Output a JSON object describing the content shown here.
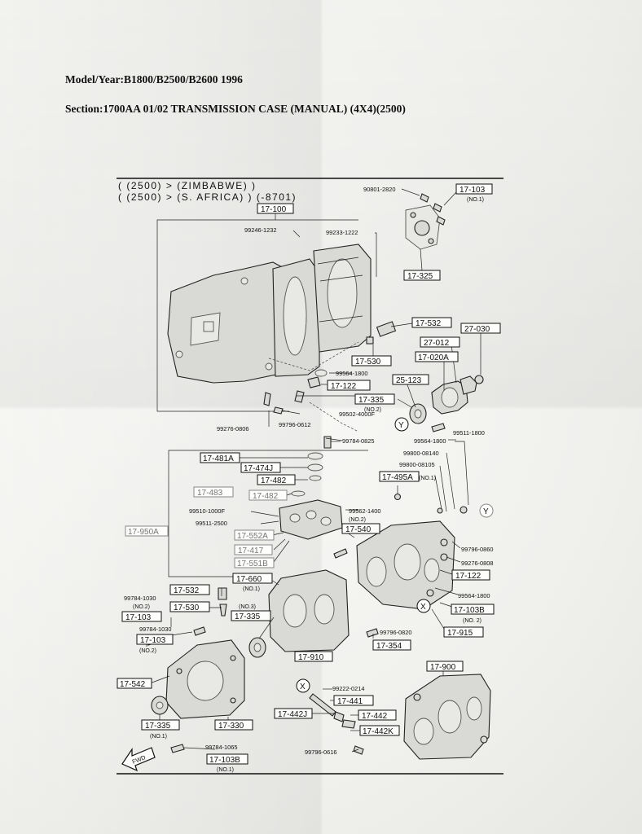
{
  "header": {
    "model_year": "Model/Year:B1800/B2500/B2600 1996",
    "section": "Section:1700AA 01/02 TRANSMISSION CASE (MANUAL) (4X4)(2500)"
  },
  "diagram": {
    "applicability": [
      "( (2500) > (ZIMBABWE) )",
      "( (2500) > (S. AFRICA) )   (-8701)"
    ],
    "boxed_parts": [
      "17-100",
      "17-103",
      "17-325",
      "17-532",
      "27-012",
      "27-030",
      "17-020A",
      "17-530",
      "17-122",
      "25-123",
      "17-335",
      "17-481A",
      "17-474J",
      "17-482",
      "17-495A",
      "17-483",
      "17-482",
      "17-950A",
      "17-552A",
      "17-540",
      "17-417",
      "17-551B",
      "17-660",
      "17-122",
      "17-532",
      "17-530",
      "17-103",
      "17-335",
      "17-103B",
      "17-103",
      "17-915",
      "17-354",
      "17-910",
      "17-542",
      "17-900",
      "17-441",
      "17-442J",
      "17-442",
      "17-442K",
      "17-335",
      "17-330",
      "17-103B"
    ],
    "part_numbers": [
      "90801-2820",
      "99246-1232",
      "99233-1222",
      "99564-1800",
      "99502-4000F",
      "99796-0612",
      "99276-0806",
      "99784-0825",
      "99511-1800",
      "99564-1800",
      "99800-08140",
      "99800-08105",
      "99562-1400",
      "99510-1000F",
      "99511-2500",
      "99796-0860",
      "99276-0808",
      "99564-1800",
      "99784-1030",
      "99784-1030",
      "99796-0820",
      "99222-0214",
      "99784-1065",
      "99796-0616"
    ],
    "notes": [
      "(NO.1)",
      "(NO.2)",
      "(NO.2)",
      "(NO.1)",
      "(NO.1)",
      "(NO.2)",
      "(NO.3)",
      "(NO.2)",
      "(NO.1)",
      "(NO.1)"
    ],
    "callouts": [
      "Y",
      "Y",
      "X",
      "X"
    ],
    "fwd_label": "FWD"
  }
}
